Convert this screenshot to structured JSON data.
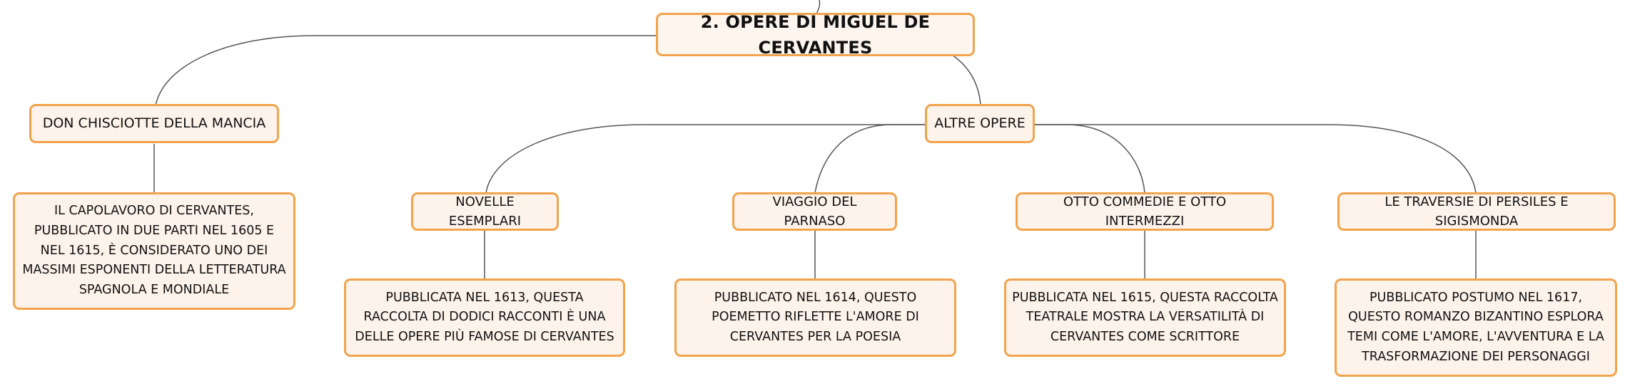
{
  "colors": {
    "node_fill": "#fdf3eb",
    "node_border": "#f2a34c",
    "connector": "#555555",
    "text": "#111111"
  },
  "root": {
    "label": "2. OPERE DI MIGUEL DE CERVANTES"
  },
  "branches": {
    "don_chisciotte": {
      "label": "DON CHISCIOTTE DELLA MANCIA",
      "description": "IL CAPOLAVORO DI CERVANTES, PUBBLICATO IN DUE PARTI NEL 1605 E NEL 1615, È CONSIDERATO UNO DEI MASSIMI ESPONENTI DELLA LETTERATURA SPAGNOLA E MONDIALE"
    },
    "altre_opere": {
      "label": "ALTRE OPERE",
      "works": [
        {
          "title": "NOVELLE ESEMPLARI",
          "description": "PUBBLICATA NEL 1613, QUESTA RACCOLTA DI DODICI RACCONTI È UNA DELLE OPERE PIÙ FAMOSE DI CERVANTES"
        },
        {
          "title": "VIAGGIO DEL PARNASO",
          "description": "PUBBLICATO NEL 1614, QUESTO POEMETTO RIFLETTE L'AMORE DI CERVANTES PER LA POESIA"
        },
        {
          "title": "OTTO COMMEDIE E OTTO INTERMEZZI",
          "description": "PUBBLICATA NEL 1615, QUESTA RACCOLTA TEATRALE MOSTRA LA VERSATILITÀ DI CERVANTES COME SCRITTORE"
        },
        {
          "title": "LE TRAVERSIE DI PERSILES E SIGISMONDA",
          "description": "PUBBLICATO POSTUMO NEL 1617, QUESTO ROMANZO BIZANTINO ESPLORA TEMI COME L'AMORE, L'AVVENTURA E LA TRASFORMAZIONE DEI PERSONAGGI"
        }
      ]
    }
  }
}
